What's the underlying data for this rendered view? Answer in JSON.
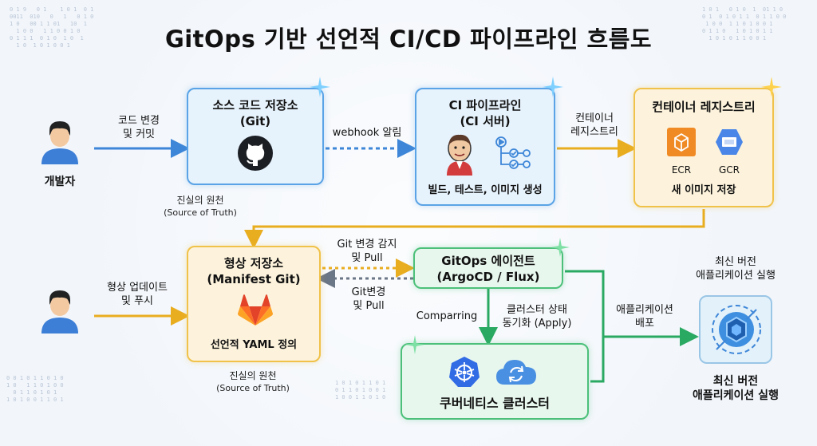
{
  "title": "GitOps 기반 선언적 CI/CD 파이프라인 흐름도",
  "developer": {
    "label": "개발자",
    "action": [
      "코드 변경",
      "및 커밋"
    ]
  },
  "operator": {
    "action": [
      "형상 업데이트",
      "및 푸시"
    ]
  },
  "source_repo": {
    "title": "소스 코드 저장소",
    "subtitle": "(Git)",
    "note": [
      "진실의 원천",
      "(Source of Truth)"
    ]
  },
  "webhook": "webhook 알림",
  "ci": {
    "title": "CI 파이프라인",
    "subtitle": "(CI 서버)",
    "caption": "빌드, 테스트, 이미지 생성"
  },
  "to_registry": [
    "컨테이너",
    "레지스트리"
  ],
  "registry": {
    "title": "컨테이너 레지스트리",
    "ecr": "ECR",
    "gcr": "GCR",
    "caption": "새 이미지 저장"
  },
  "manifest_repo": {
    "title": "형상 저장소",
    "subtitle": "(Manifest Git)",
    "caption": "선언적 YAML 정의",
    "note": [
      "진실의 원천",
      "(Source of Truth)"
    ]
  },
  "detect": [
    "Git 변경 감지",
    "및 Pull"
  ],
  "pull_back": [
    "Git변경",
    "및 Pull"
  ],
  "agent": {
    "title": "GitOps 에이전트",
    "subtitle": "(ArgoCD / Flux)"
  },
  "comparing": "Comparring",
  "sync": [
    "클러스터 상태",
    "동기화 (Apply)"
  ],
  "deploy": [
    "애플리케이션",
    "배포"
  ],
  "cluster": {
    "title": "쿠버네티스 클러스터"
  },
  "app_top": [
    "최신 버전",
    "애플리케이션 실행"
  ],
  "app_bottom": [
    "최신 버전",
    "애플리케이션 실행"
  ],
  "colors": {
    "blue": "#4a90e2",
    "yellow": "#f0b429",
    "green": "#2fb36b"
  }
}
